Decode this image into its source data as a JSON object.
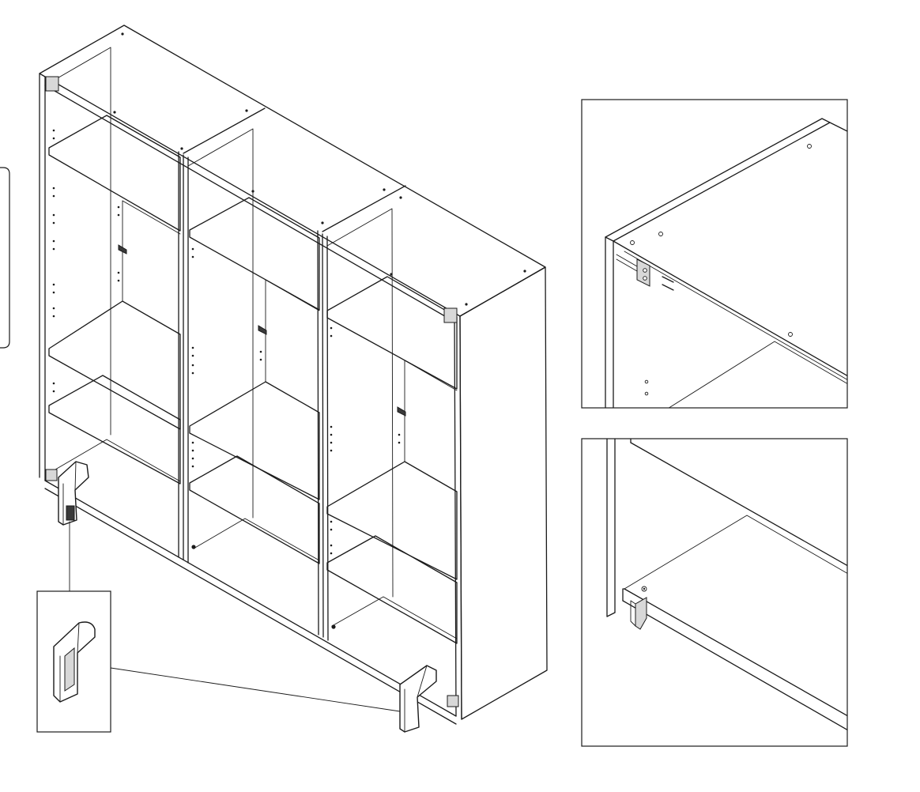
{
  "figure": {
    "kind": "assembly-instruction",
    "panels": [
      "main-assembly-view",
      "top-connector-detail",
      "bottom-connector-detail",
      "foot-part-detail"
    ],
    "colors": {
      "line": "#1a1a1a",
      "background": "#ffffff",
      "part_fill": "#3a3a3a",
      "label_fill": "#d8d8d8"
    }
  }
}
